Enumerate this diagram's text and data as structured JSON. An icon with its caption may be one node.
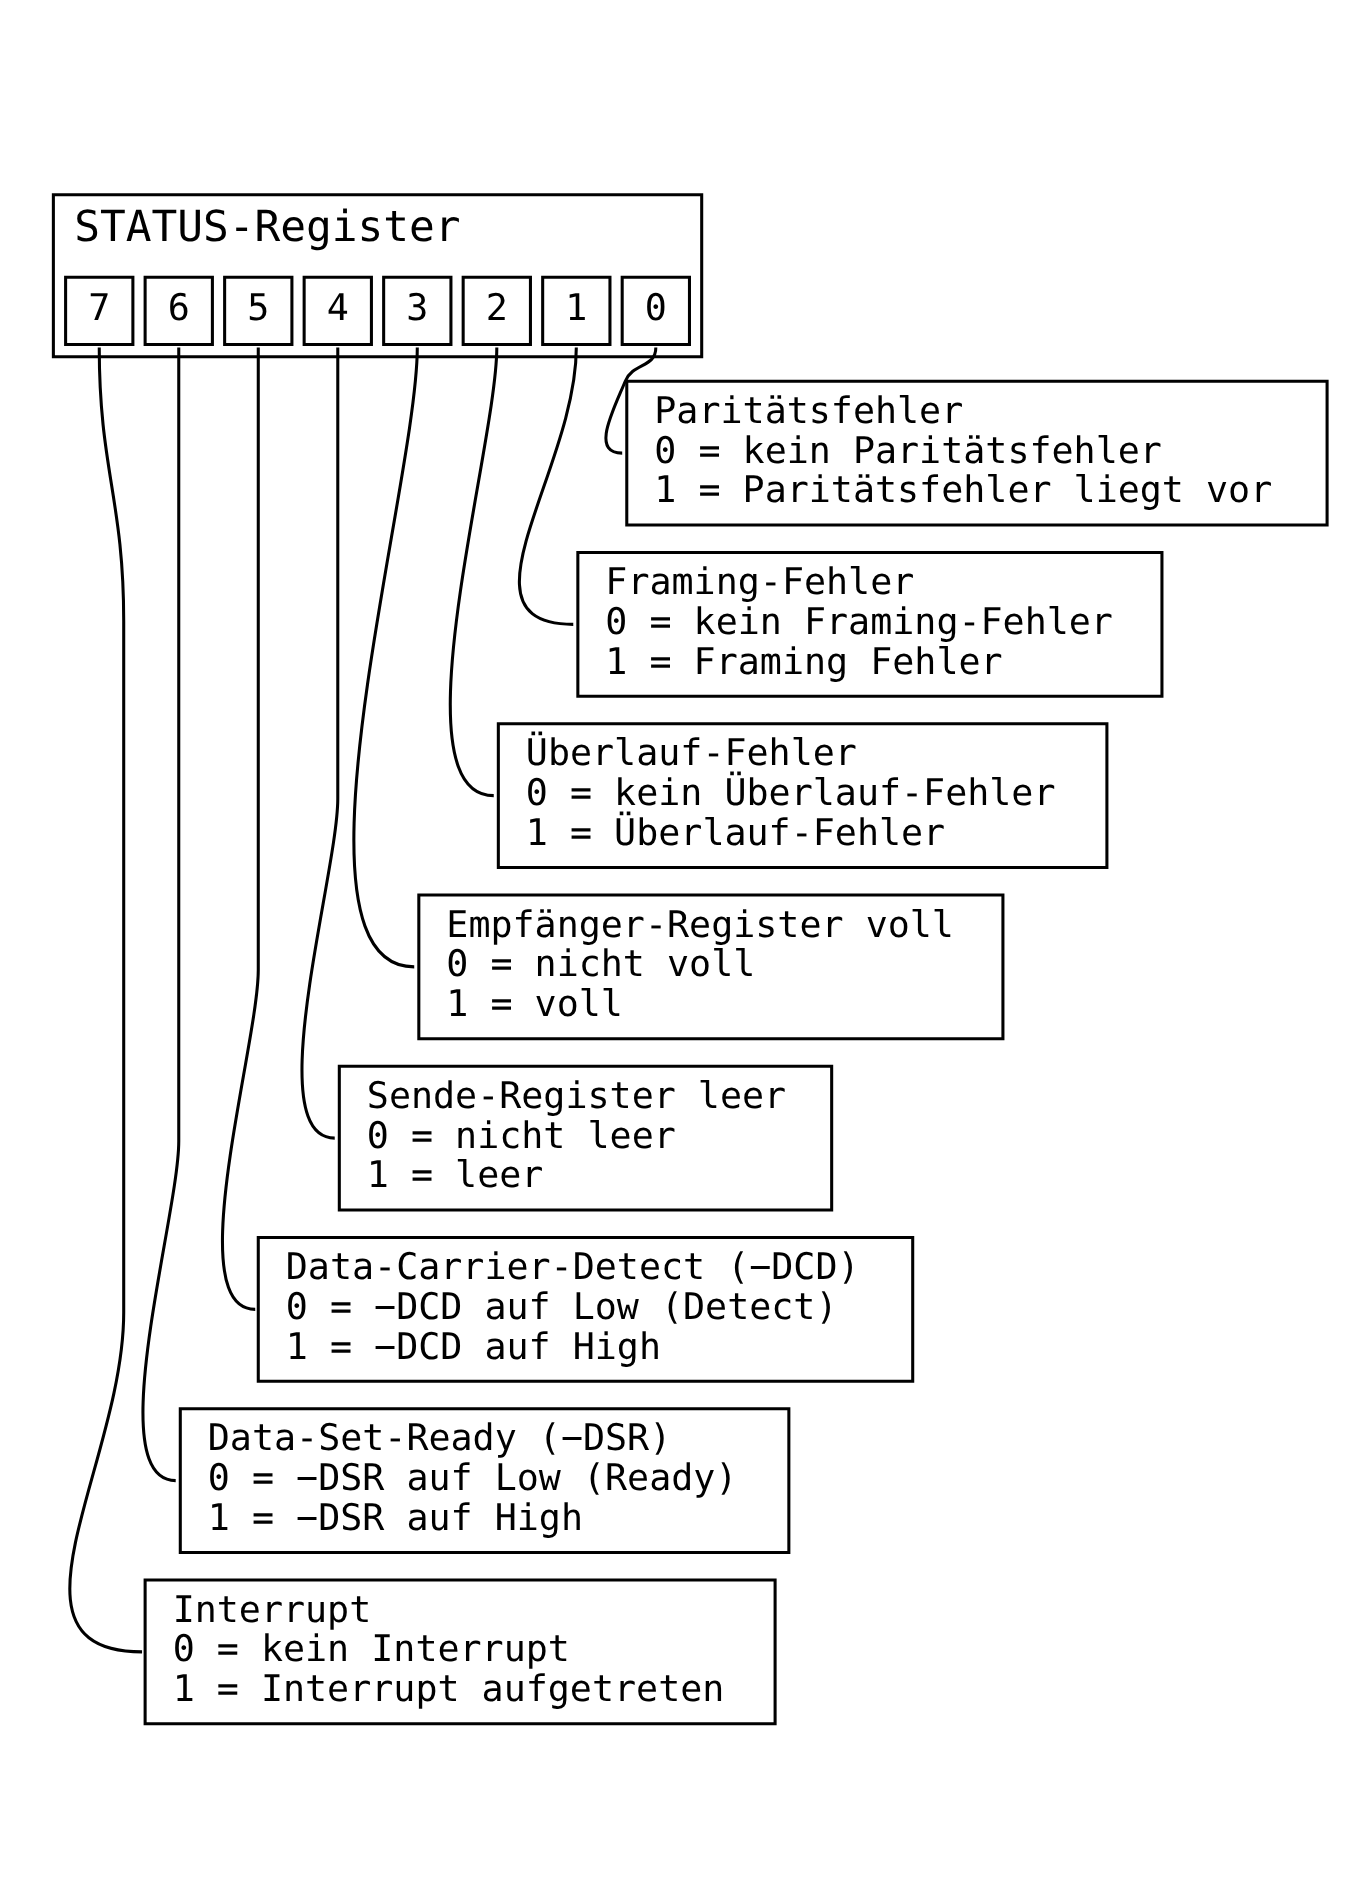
{
  "diagram": {
    "nodes": [
      {
        "text": [
          "STATUS-Register"
        ]
      },
      {
        "text": [
          "7"
        ],
        "in": 0
      },
      {
        "text": [
          "6"
        ],
        "in": 0
      },
      {
        "text": [
          "5"
        ],
        "in": 0
      },
      {
        "text": [
          "4"
        ],
        "in": 0
      },
      {
        "text": [
          "3"
        ],
        "in": 0
      },
      {
        "text": [
          "2"
        ],
        "in": 0
      },
      {
        "text": [
          "1"
        ],
        "in": 0
      },
      {
        "text": [
          "0"
        ],
        "in": 0
      },
      {
        "text": [
          "Paritätsfehler",
          "0 = kein Paritätsfehler",
          "1 = Paritätsfehler liegt vor"
        ]
      },
      {
        "text": [
          "Framing-Fehler",
          "0 = kein Framing-Fehler",
          "1 = Framing Fehler"
        ]
      },
      {
        "text": [
          "Überlauf-Fehler",
          "0 = kein Überlauf-Fehler",
          "1 = Überlauf-Fehler"
        ]
      },
      {
        "text": [
          "Empfänger-Register voll",
          "0 = nicht voll",
          "1 = voll"
        ]
      },
      {
        "text": [
          "Sende-Register leer",
          "0 = nicht leer",
          "1 = leer"
        ]
      },
      {
        "text": [
          "Data-Carrier-Detect (−DCD)",
          "0 = −DCD auf Low (Detect)",
          "1 = −DCD auf High"
        ]
      },
      {
        "text": [
          "Data-Set-Ready (−DSR)",
          "0 = −DSR auf Low (Ready)",
          "1 = −DSR auf High"
        ]
      },
      {
        "text": [
          "Interrupt",
          "0 = kein Interrupt",
          "1 = Interrupt aufgetreten"
        ]
      }
    ],
    "edges": [
      {
        "from": 8,
        "to": 9,
        "arrow": "none"
      },
      {
        "from": 7,
        "to": 10,
        "arrow": "none"
      },
      {
        "from": 6,
        "to": 11,
        "arrow": "none"
      },
      {
        "from": 5,
        "to": 12,
        "arrow": "none"
      },
      {
        "from": 4,
        "to": 13,
        "arrow": "none"
      },
      {
        "from": 3,
        "to": 14,
        "arrow": "none"
      },
      {
        "from": 2,
        "to": 15,
        "arrow": "none"
      },
      {
        "from": 1,
        "to": 16,
        "arrow": "none"
      }
    ]
  }
}
